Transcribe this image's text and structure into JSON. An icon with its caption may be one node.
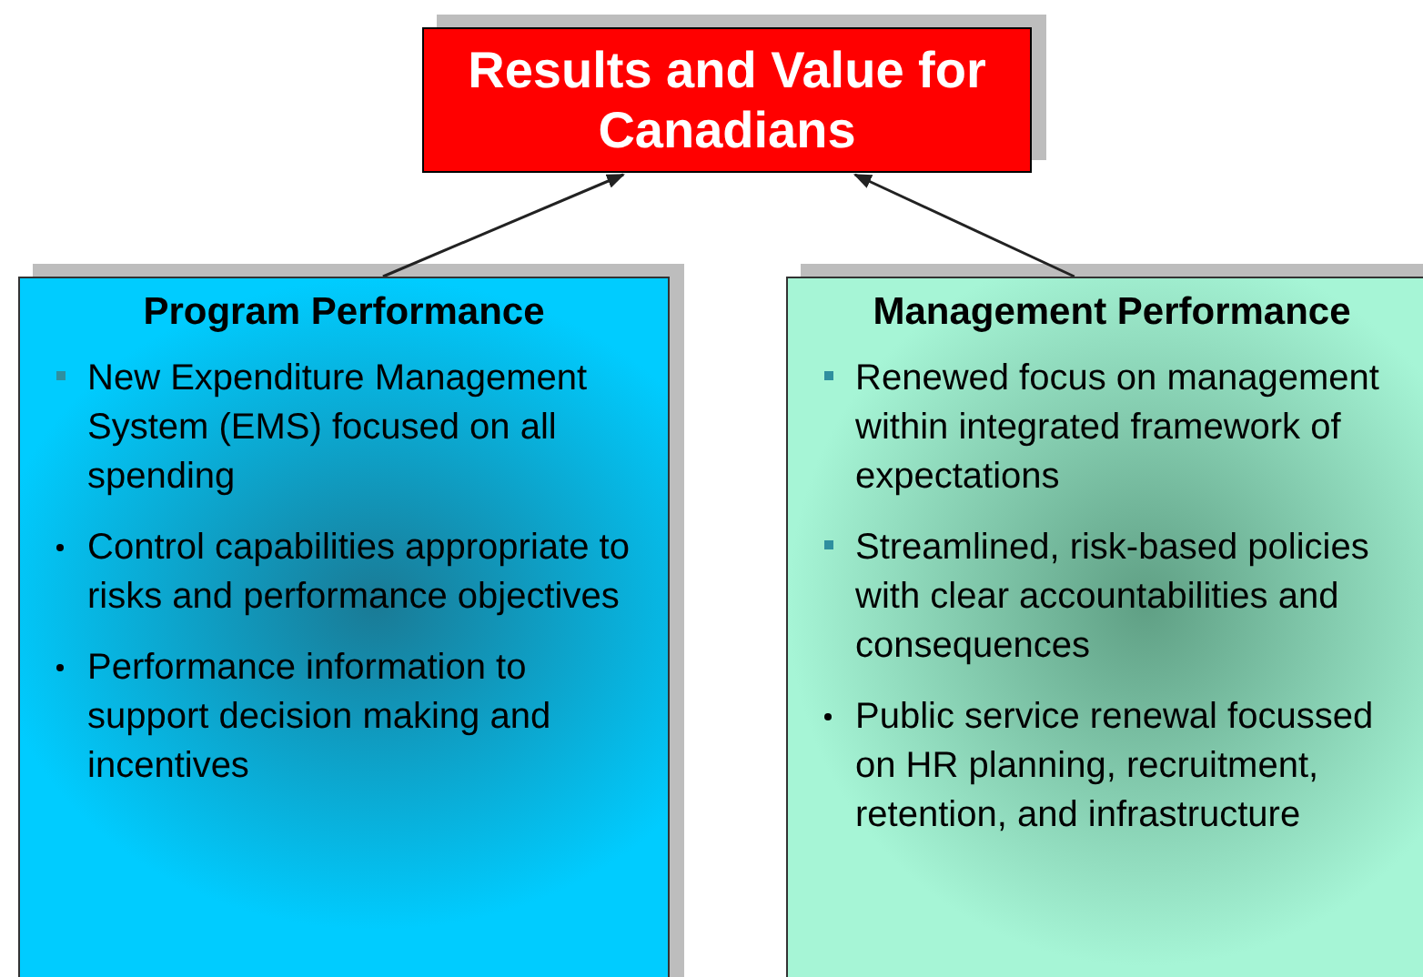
{
  "diagram": {
    "nodes": [
      {
        "text": [
          "Results and Value for Canadians"
        ]
      },
      {
        "text": [
          "Program Performance",
          "New Expenditure Management System (EMS) focused on all spending",
          "Control capabilities appropriate to risks and performance objectives",
          "Performance information to support decision making and incentives"
        ]
      },
      {
        "text": [
          "Management Performance",
          "Renewed focus on management within integrated framework of expectations",
          "Streamlined, risk-based policies with clear accountabilities and consequences",
          "Public service renewal focussed on HR planning, recruitment, retention, and infrastructure"
        ]
      }
    ],
    "edges": [
      {
        "from": 1,
        "to": 0,
        "arrow": "to"
      },
      {
        "from": 2,
        "to": 0,
        "arrow": "to"
      }
    ]
  }
}
